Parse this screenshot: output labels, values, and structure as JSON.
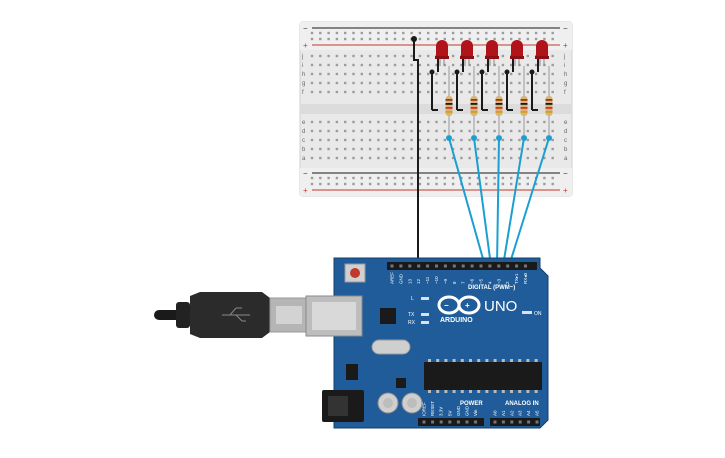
{
  "breadboard": {
    "rail_top_minus": "−",
    "rail_top_plus": "+",
    "rail_bottom_minus": "−",
    "rail_bottom_plus": "+",
    "row_letters_top": [
      "j",
      "i",
      "h",
      "g",
      "f"
    ],
    "row_letters_bottom": [
      "e",
      "d",
      "c",
      "b",
      "a"
    ],
    "column_count": 30
  },
  "components": {
    "led_count": 5,
    "led_color": "#b0141a",
    "resistor_count": 5,
    "wire_signal_color": "#1aa0d0",
    "wire_ground_color": "#1a1a1a"
  },
  "arduino": {
    "brand": "ARDUINO",
    "model": "UNO",
    "digital_label": "DIGITAL (PWM~)",
    "analog_label": "ANALOG IN",
    "power_label": "POWER",
    "on_label": "ON",
    "l_label": "L",
    "tx_label": "TX",
    "rx_label": "RX",
    "top_header_pins": [
      "AREF",
      "GND",
      "13",
      "12",
      "~11",
      "~10",
      "~9",
      "8",
      "7",
      "~6",
      "~5",
      "4",
      "~3",
      "2",
      "TX▸1",
      "RX◂0"
    ],
    "power_pins": [
      "IOREF",
      "RESET",
      "3.3V",
      "5V",
      "GND",
      "GND",
      "Vin"
    ],
    "analog_pins": [
      "A0",
      "A1",
      "A2",
      "A3",
      "A4",
      "A5"
    ],
    "board_color": "#1f5c99"
  }
}
